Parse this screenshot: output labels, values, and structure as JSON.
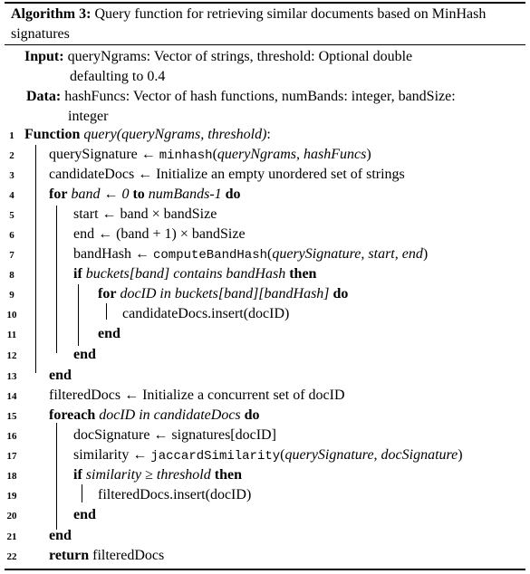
{
  "caption": {
    "label": "Algorithm 3:",
    "text": " Query function for retrieving similar documents based on MinHash signatures"
  },
  "input": {
    "label": "Input:",
    "line1": " queryNgrams: Vector of strings, threshold: Optional double",
    "line2": "defaulting to 0.4"
  },
  "data_decl": {
    "label": "Data:",
    "line1": " hashFuncs: Vector of hash functions, numBands: integer, bandSize:",
    "line2": "integer"
  },
  "lines": [
    {
      "n": "1",
      "t": "Function query(queryNgrams, threshold):"
    },
    {
      "n": "2",
      "t": "querySignature ← minhash(queryNgrams, hashFuncs)"
    },
    {
      "n": "3",
      "t": "candidateDocs ← Initialize an empty unordered set of strings"
    },
    {
      "n": "4",
      "t": "for band ← 0 to numBands-1 do"
    },
    {
      "n": "5",
      "t": "start ← band × bandSize"
    },
    {
      "n": "6",
      "t": "end ← (band + 1) × bandSize"
    },
    {
      "n": "7",
      "t": "bandHash ← computeBandHash(querySignature, start, end)"
    },
    {
      "n": "8",
      "t": "if buckets[band] contains bandHash then"
    },
    {
      "n": "9",
      "t": "for docID in buckets[band][bandHash] do"
    },
    {
      "n": "10",
      "t": "candidateDocs.insert(docID)"
    },
    {
      "n": "11",
      "t": "end"
    },
    {
      "n": "12",
      "t": "end"
    },
    {
      "n": "13",
      "t": "end"
    },
    {
      "n": "14",
      "t": "filteredDocs ← Initialize a concurrent set of docID"
    },
    {
      "n": "15",
      "t": "foreach docID in candidateDocs do"
    },
    {
      "n": "16",
      "t": "docSignature ← signatures[docID]"
    },
    {
      "n": "17",
      "t": "similarity ← jaccardSimilarity(querySignature, docSignature)"
    },
    {
      "n": "18",
      "t": "if similarity ≥ threshold then"
    },
    {
      "n": "19",
      "t": "filteredDocs.insert(docID)"
    },
    {
      "n": "20",
      "t": "end"
    },
    {
      "n": "21",
      "t": "end"
    },
    {
      "n": "22",
      "t": "return filteredDocs"
    }
  ]
}
